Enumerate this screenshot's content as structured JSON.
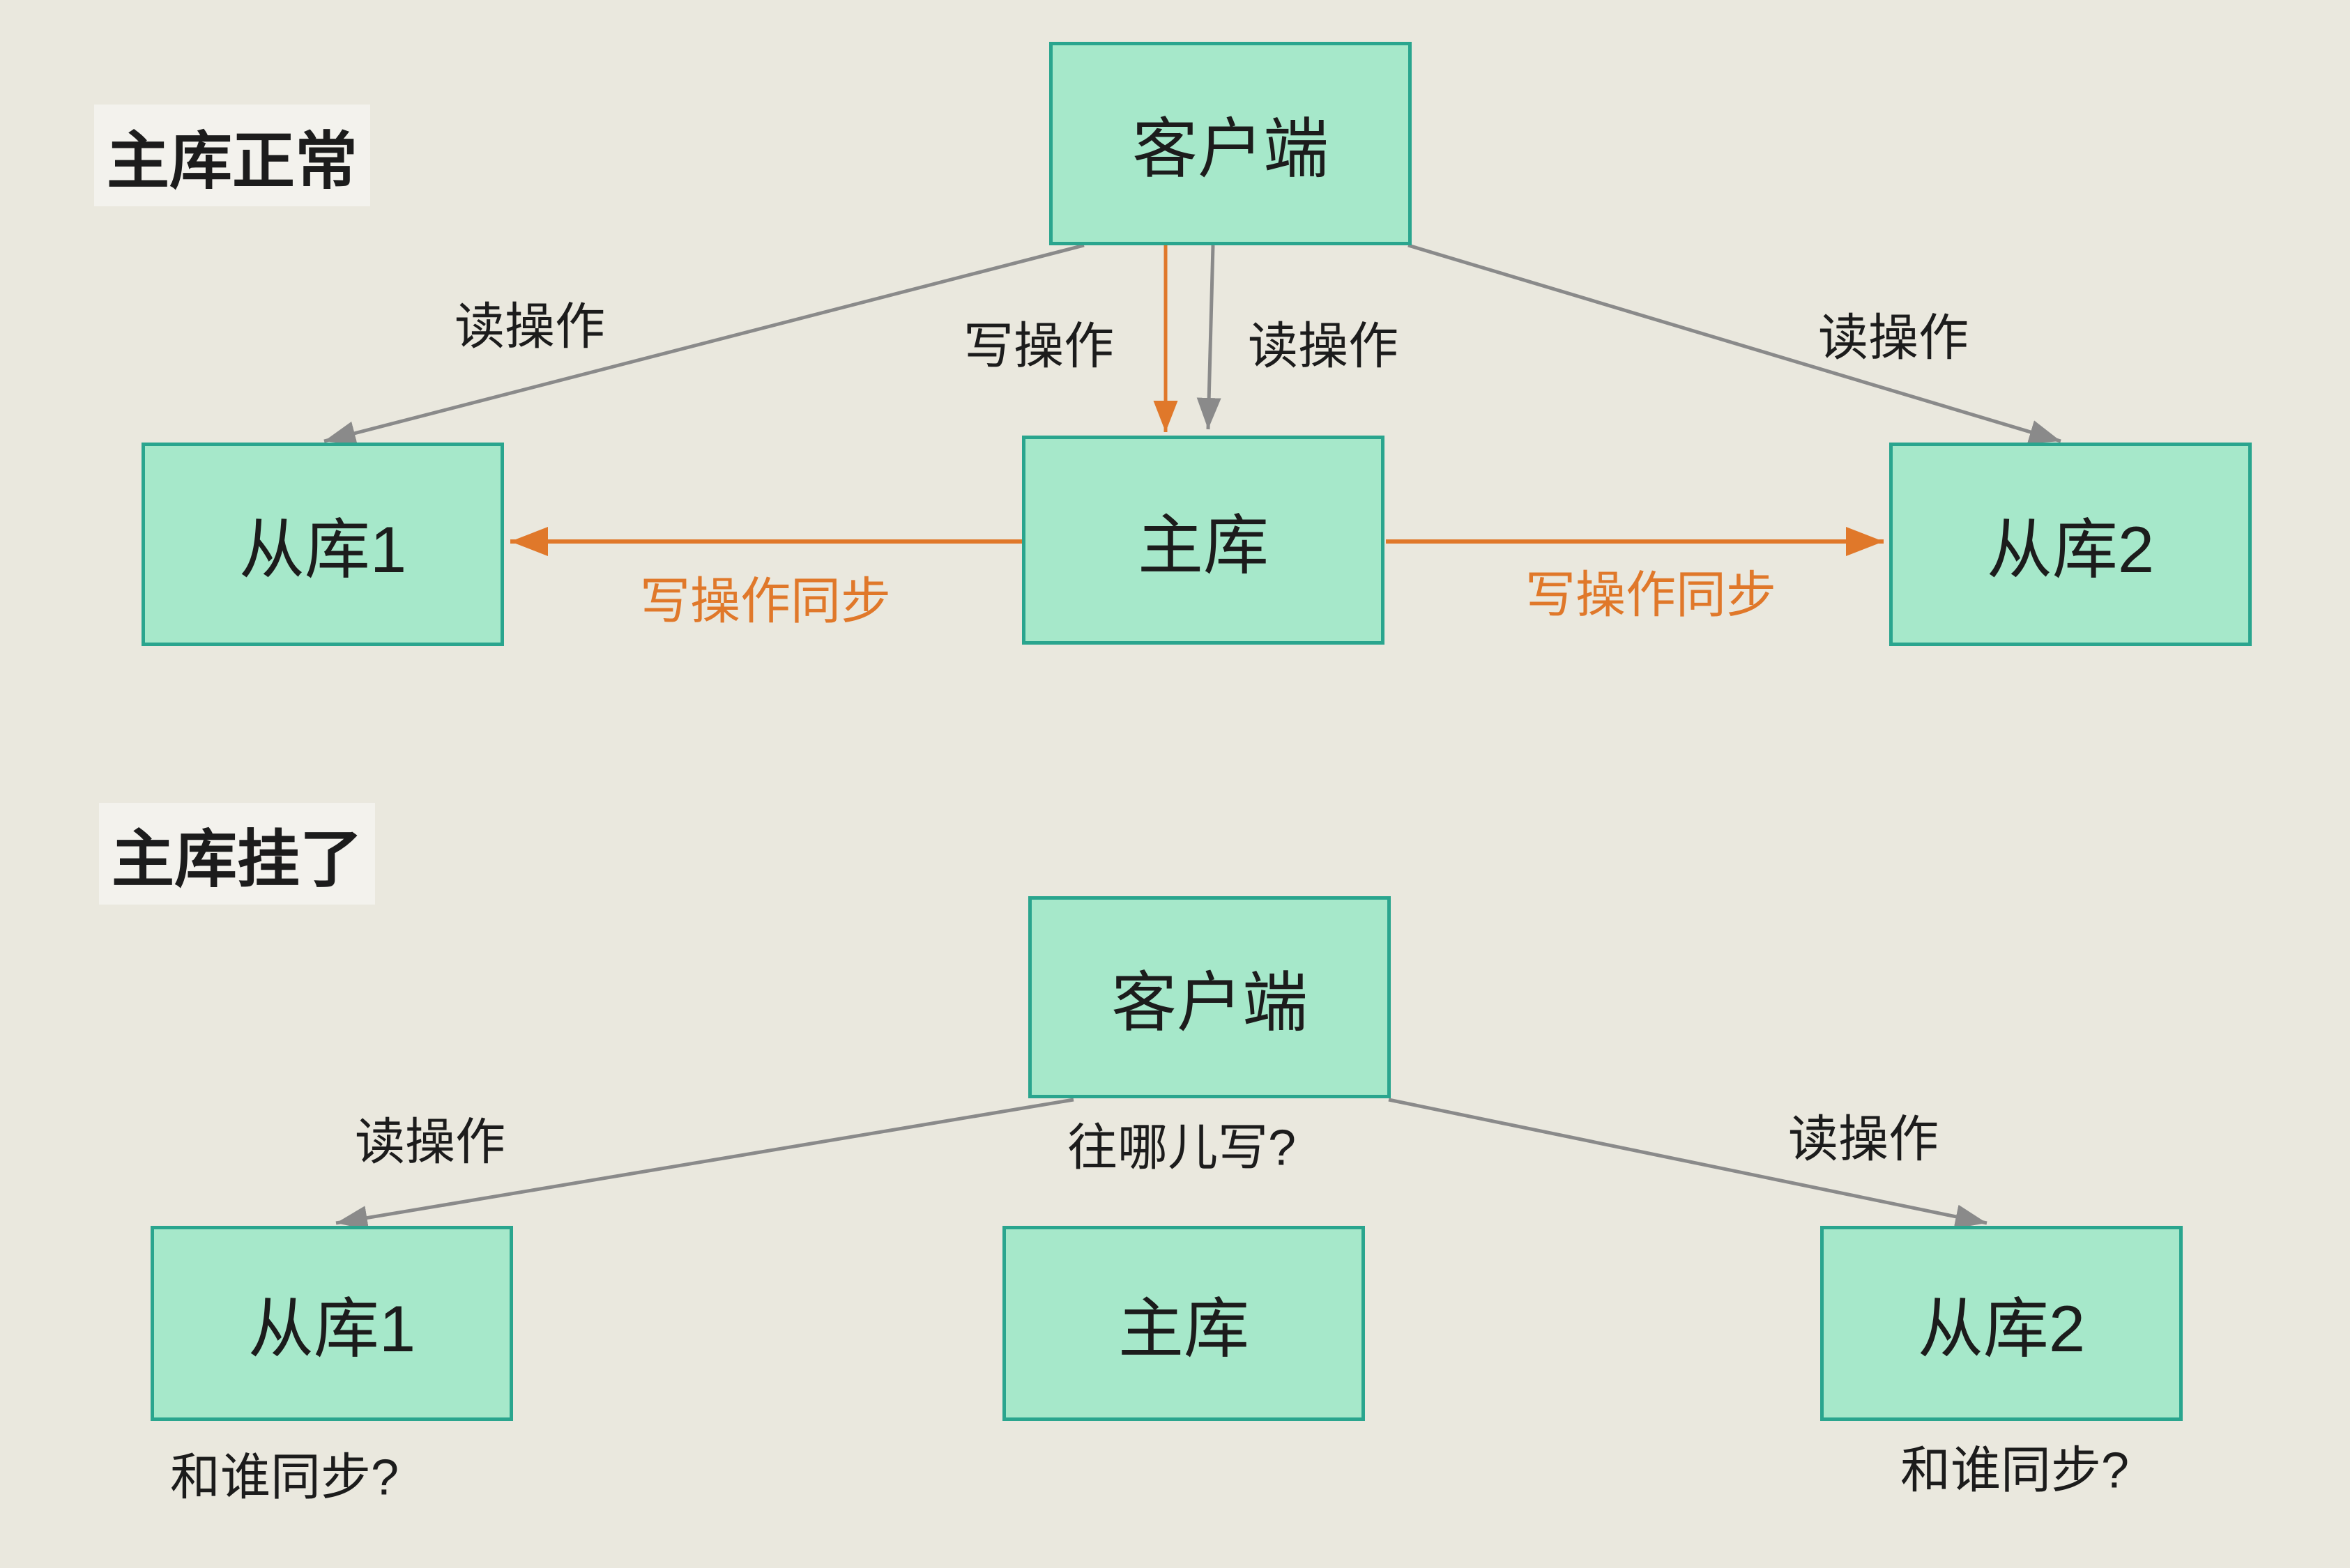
{
  "colors": {
    "background": "#eae8de",
    "node_fill": "#a6e8ca",
    "node_border": "#2aa58e",
    "arrow_gray": "#8a8a8a",
    "arrow_orange": "#e0782a",
    "text_dark": "#1c1c1c"
  },
  "section_normal": {
    "title": "主库正常",
    "client": "客户端",
    "master": "主库",
    "slave1": "从库1",
    "slave2": "从库2",
    "label_read_left": "读操作",
    "label_write": "写操作",
    "label_read_center": "读操作",
    "label_read_right": "读操作",
    "label_sync_left": "写操作同步",
    "label_sync_right": "写操作同步"
  },
  "section_down": {
    "title": "主库挂了",
    "client": "客户端",
    "master": "主库",
    "slave1": "从库1",
    "slave2": "从库2",
    "label_read_left": "读操作",
    "label_write_question": "往哪儿写?",
    "label_read_right": "读操作",
    "label_sync_question_left": "和谁同步?",
    "label_sync_question_right": "和谁同步?"
  }
}
